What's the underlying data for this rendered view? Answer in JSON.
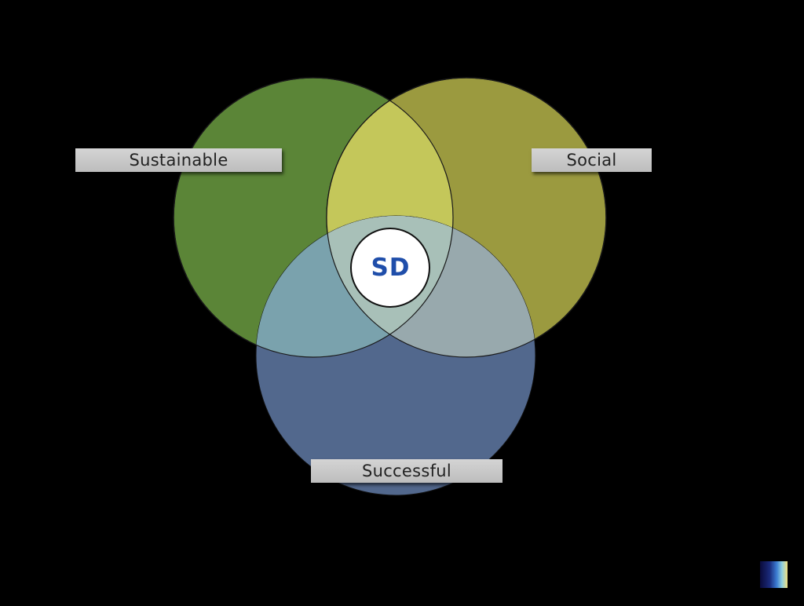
{
  "diagram": {
    "type": "venn",
    "sets": [
      {
        "id": "sustainable",
        "label": "Sustainable",
        "color": "#5b8537"
      },
      {
        "id": "social",
        "label": "Social",
        "color": "#9b9a3f"
      },
      {
        "id": "successful",
        "label": "Successful",
        "color": "#5a7199"
      }
    ],
    "center": {
      "label": "SD",
      "text_color": "#1f4eaa",
      "fill": "#ffffff"
    }
  },
  "colors": {
    "background": "#000000",
    "overlap_green_yellow": "#c4c75a",
    "overlap_all": "#a8c0b8"
  },
  "logo": {
    "icon": "brand-gradient-logo-icon"
  }
}
